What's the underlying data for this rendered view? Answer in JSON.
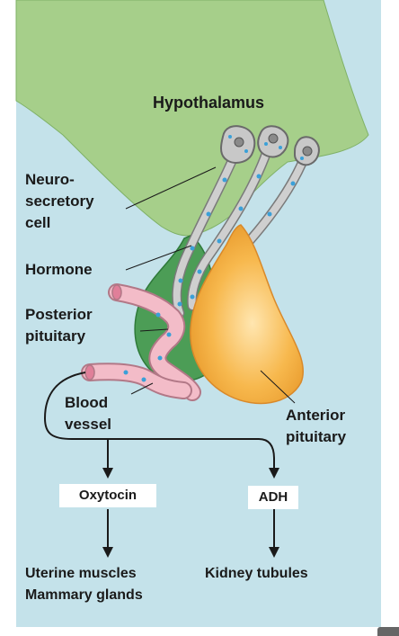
{
  "labels": {
    "hypothalamus": "Hypothalamus",
    "neuro_line1": "Neuro-",
    "neuro_line2": "secretory",
    "neuro_line3": "cell",
    "hormone": "Hormone",
    "posterior_line1": "Posterior",
    "posterior_line2": "pituitary",
    "blood_line1": "Blood",
    "blood_line2": "vessel",
    "anterior_line1": "Anterior",
    "anterior_line2": "pituitary"
  },
  "outputs": {
    "oxytocin": "Oxytocin",
    "adh": "ADH"
  },
  "targets": {
    "uterine": "Uterine muscles",
    "mammary": "Mammary glands",
    "kidney": "Kidney tubules"
  },
  "colors": {
    "background": "#c4e2ea",
    "hypothalamus": "#a6cf8a",
    "posterior_pituitary": "#4c9d56",
    "anterior_pituitary": "#f7b84d",
    "blood_vessel": "#f3bcc8",
    "neuron": "#c8c8c8",
    "hormone_dot": "#3aa0d8"
  }
}
